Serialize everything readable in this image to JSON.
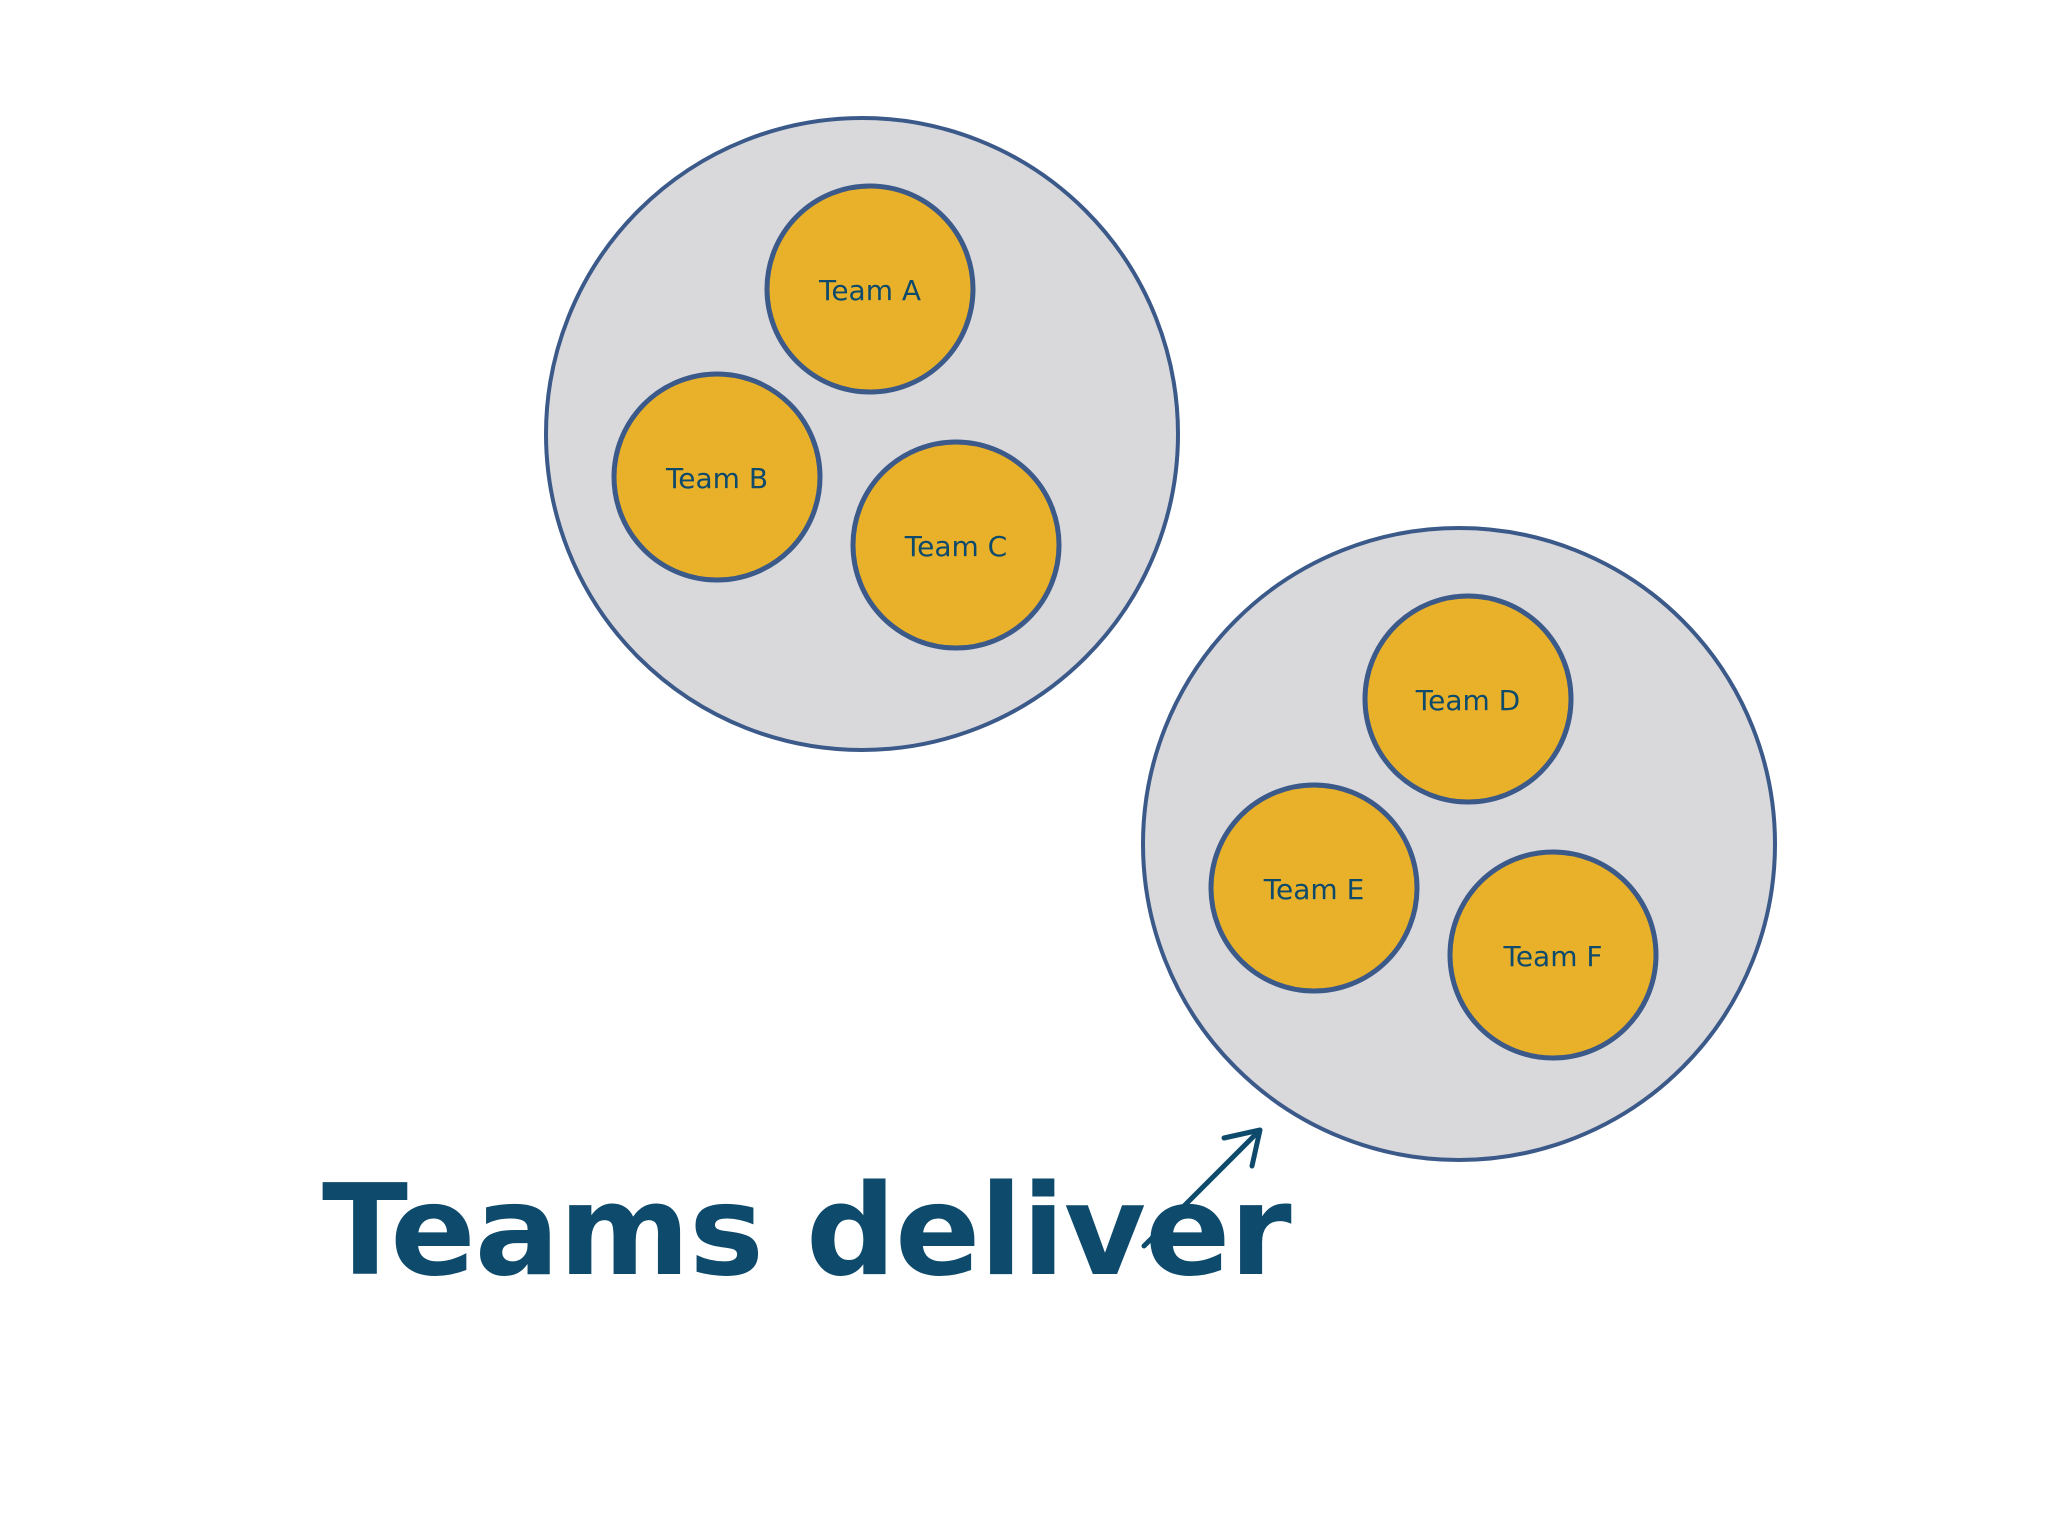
{
  "diagram": {
    "caption": "Teams deliver",
    "groups": [
      {
        "teams": [
          "Team A",
          "Team B",
          "Team C"
        ]
      },
      {
        "teams": [
          "Team D",
          "Team E",
          "Team F"
        ]
      }
    ],
    "colors": {
      "background": "#ffffff",
      "group_fill": "#d9d9dc",
      "outline": "#3b5a8a",
      "team_fill": "#e9b12a",
      "text": "#0e4a6b"
    }
  }
}
